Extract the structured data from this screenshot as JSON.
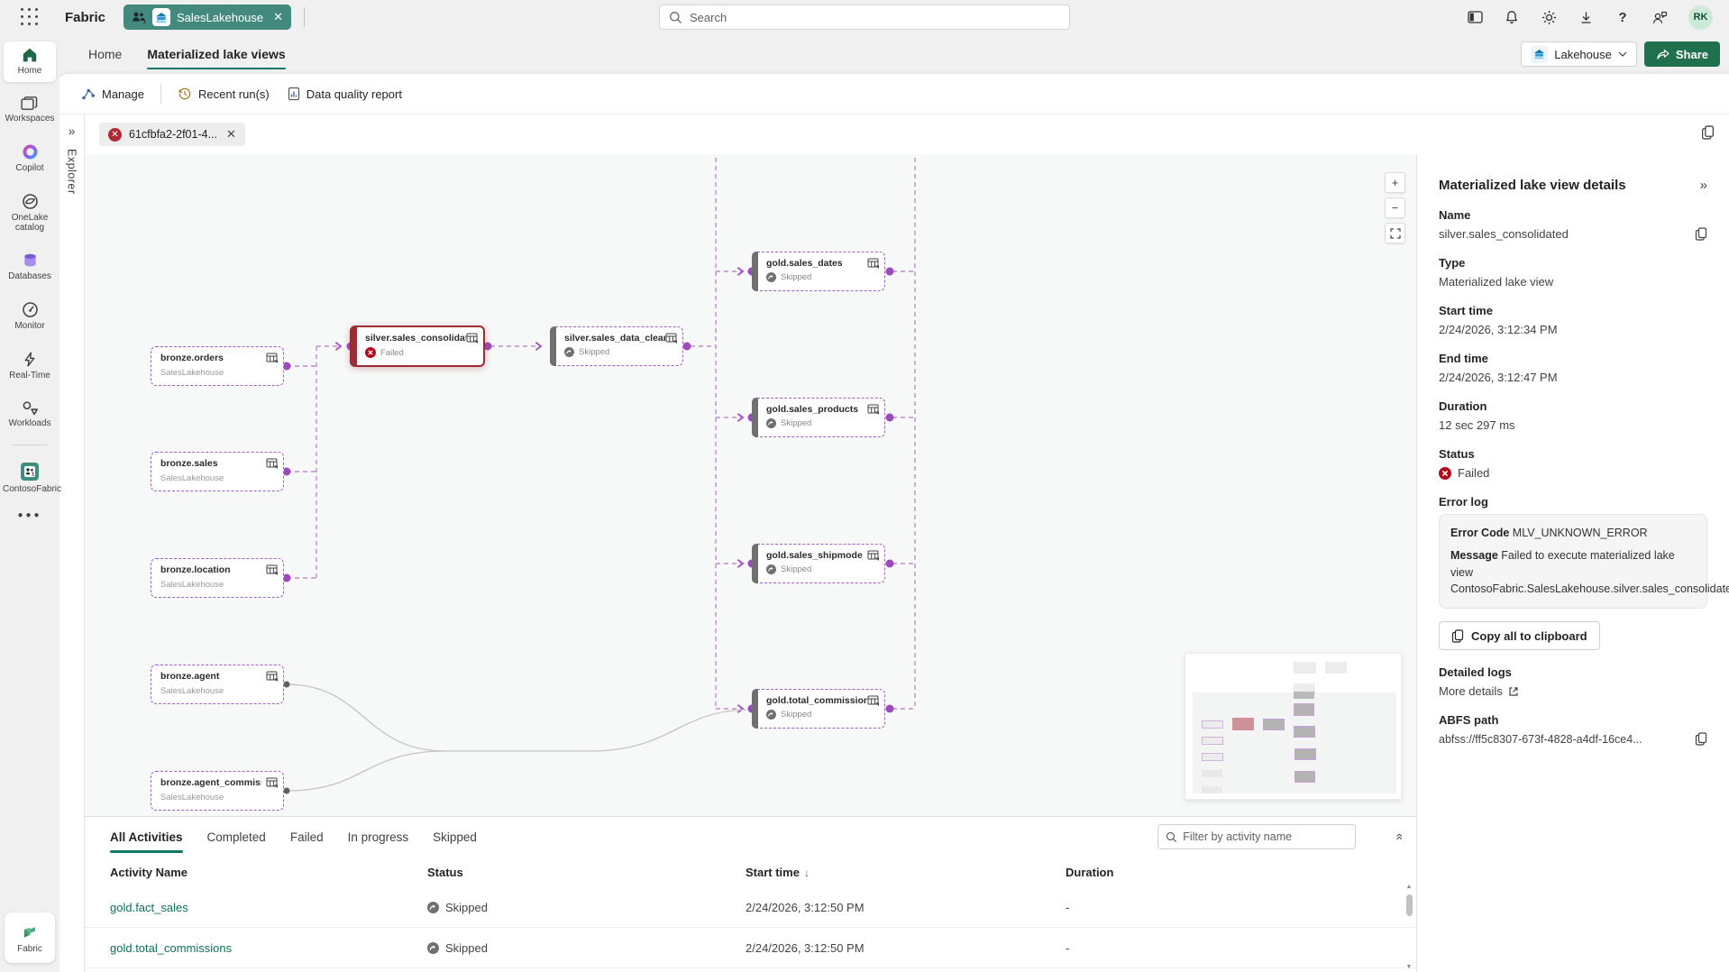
{
  "topbar": {
    "brand": "Fabric",
    "item_tab_label": "SalesLakehouse",
    "search_placeholder": "Search",
    "avatar_initials": "RK"
  },
  "breadcrumb": {
    "tabs": [
      {
        "label": "Home"
      },
      {
        "label": "Materialized lake views"
      }
    ],
    "lakehouse_button_label": "Lakehouse",
    "share_button_label": "Share"
  },
  "toolbar": {
    "manage_label": "Manage",
    "recent_runs_label": "Recent run(s)",
    "data_quality_label": "Data quality report"
  },
  "nav": {
    "items": [
      {
        "label": "Home"
      },
      {
        "label": "Workspaces"
      },
      {
        "label": "Copilot"
      },
      {
        "label": "OneLake catalog"
      },
      {
        "label": "Databases"
      },
      {
        "label": "Monitor"
      },
      {
        "label": "Real-Time"
      },
      {
        "label": "Workloads"
      },
      {
        "label": "ContosoFabric"
      }
    ],
    "bottom_label": "Fabric"
  },
  "run_tab": {
    "id_label": "61cfbfa2-2f01-4..."
  },
  "explorer": {
    "label": "Explorer"
  },
  "graph": {
    "nodes": [
      {
        "title": "bronze.orders",
        "subtitle": "SalesLakehouse"
      },
      {
        "title": "bronze.sales",
        "subtitle": "SalesLakehouse"
      },
      {
        "title": "bronze.location",
        "subtitle": "SalesLakehouse"
      },
      {
        "title": "bronze.agent",
        "subtitle": "SalesLakehouse"
      },
      {
        "title": "bronze.agent_commissio...",
        "subtitle": "SalesLakehouse"
      },
      {
        "title": "silver.sales_consolidated",
        "status": "Failed"
      },
      {
        "title": "silver.sales_data_cleaned",
        "status": "Skipped"
      },
      {
        "title": "gold.sales_dates",
        "status": "Skipped"
      },
      {
        "title": "gold.sales_products",
        "status": "Skipped"
      },
      {
        "title": "gold.sales_shipmode",
        "status": "Skipped"
      },
      {
        "title": "gold.total_commissions",
        "status": "Skipped"
      }
    ]
  },
  "details": {
    "header": "Materialized lake view details",
    "name_label": "Name",
    "name": "silver.sales_consolidated",
    "type_label": "Type",
    "type": "Materialized lake view",
    "start_label": "Start time",
    "start_time": "2/24/2026, 3:12:34 PM",
    "end_label": "End time",
    "end_time": "2/24/2026, 3:12:47 PM",
    "duration_label": "Duration",
    "duration": "12 sec 297 ms",
    "status_label": "Status",
    "status": "Failed",
    "error_log_label": "Error log",
    "error_code_label": "Error Code",
    "error_code": "MLV_UNKNOWN_ERROR",
    "message_label": "Message",
    "message": "Failed to execute materialized lake view ContosoFabric.SalesLakehouse.silver.sales_consolidated.",
    "copy_all_label": "Copy all to clipboard",
    "detailed_logs_label": "Detailed logs",
    "more_details_label": "More details",
    "abfs_label": "ABFS path",
    "abfs_path": "abfss://ff5c8307-673f-4828-a4df-16ce4..."
  },
  "activities": {
    "tabs": [
      {
        "label": "All Activities"
      },
      {
        "label": "Completed"
      },
      {
        "label": "Failed"
      },
      {
        "label": "In progress"
      },
      {
        "label": "Skipped"
      }
    ],
    "filter_placeholder": "Filter by activity name",
    "columns": [
      "Activity Name",
      "Status",
      "Start time",
      "Duration"
    ],
    "rows": [
      {
        "name": "gold.fact_sales",
        "status": "Skipped",
        "start_time": "2/24/2026, 3:12:50 PM",
        "duration": "-"
      },
      {
        "name": "gold.total_commissions",
        "status": "Skipped",
        "start_time": "2/24/2026, 3:12:50 PM",
        "duration": "-"
      }
    ]
  },
  "colors": {
    "accent_teal": "#117865",
    "item_tab_teal": "#43897d",
    "share_green": "#21704d",
    "failed_red": "#9a2d33",
    "purple_border": "#a35cc0",
    "edge_purple": "#c08ad2",
    "link_green": "#0e6f56"
  }
}
